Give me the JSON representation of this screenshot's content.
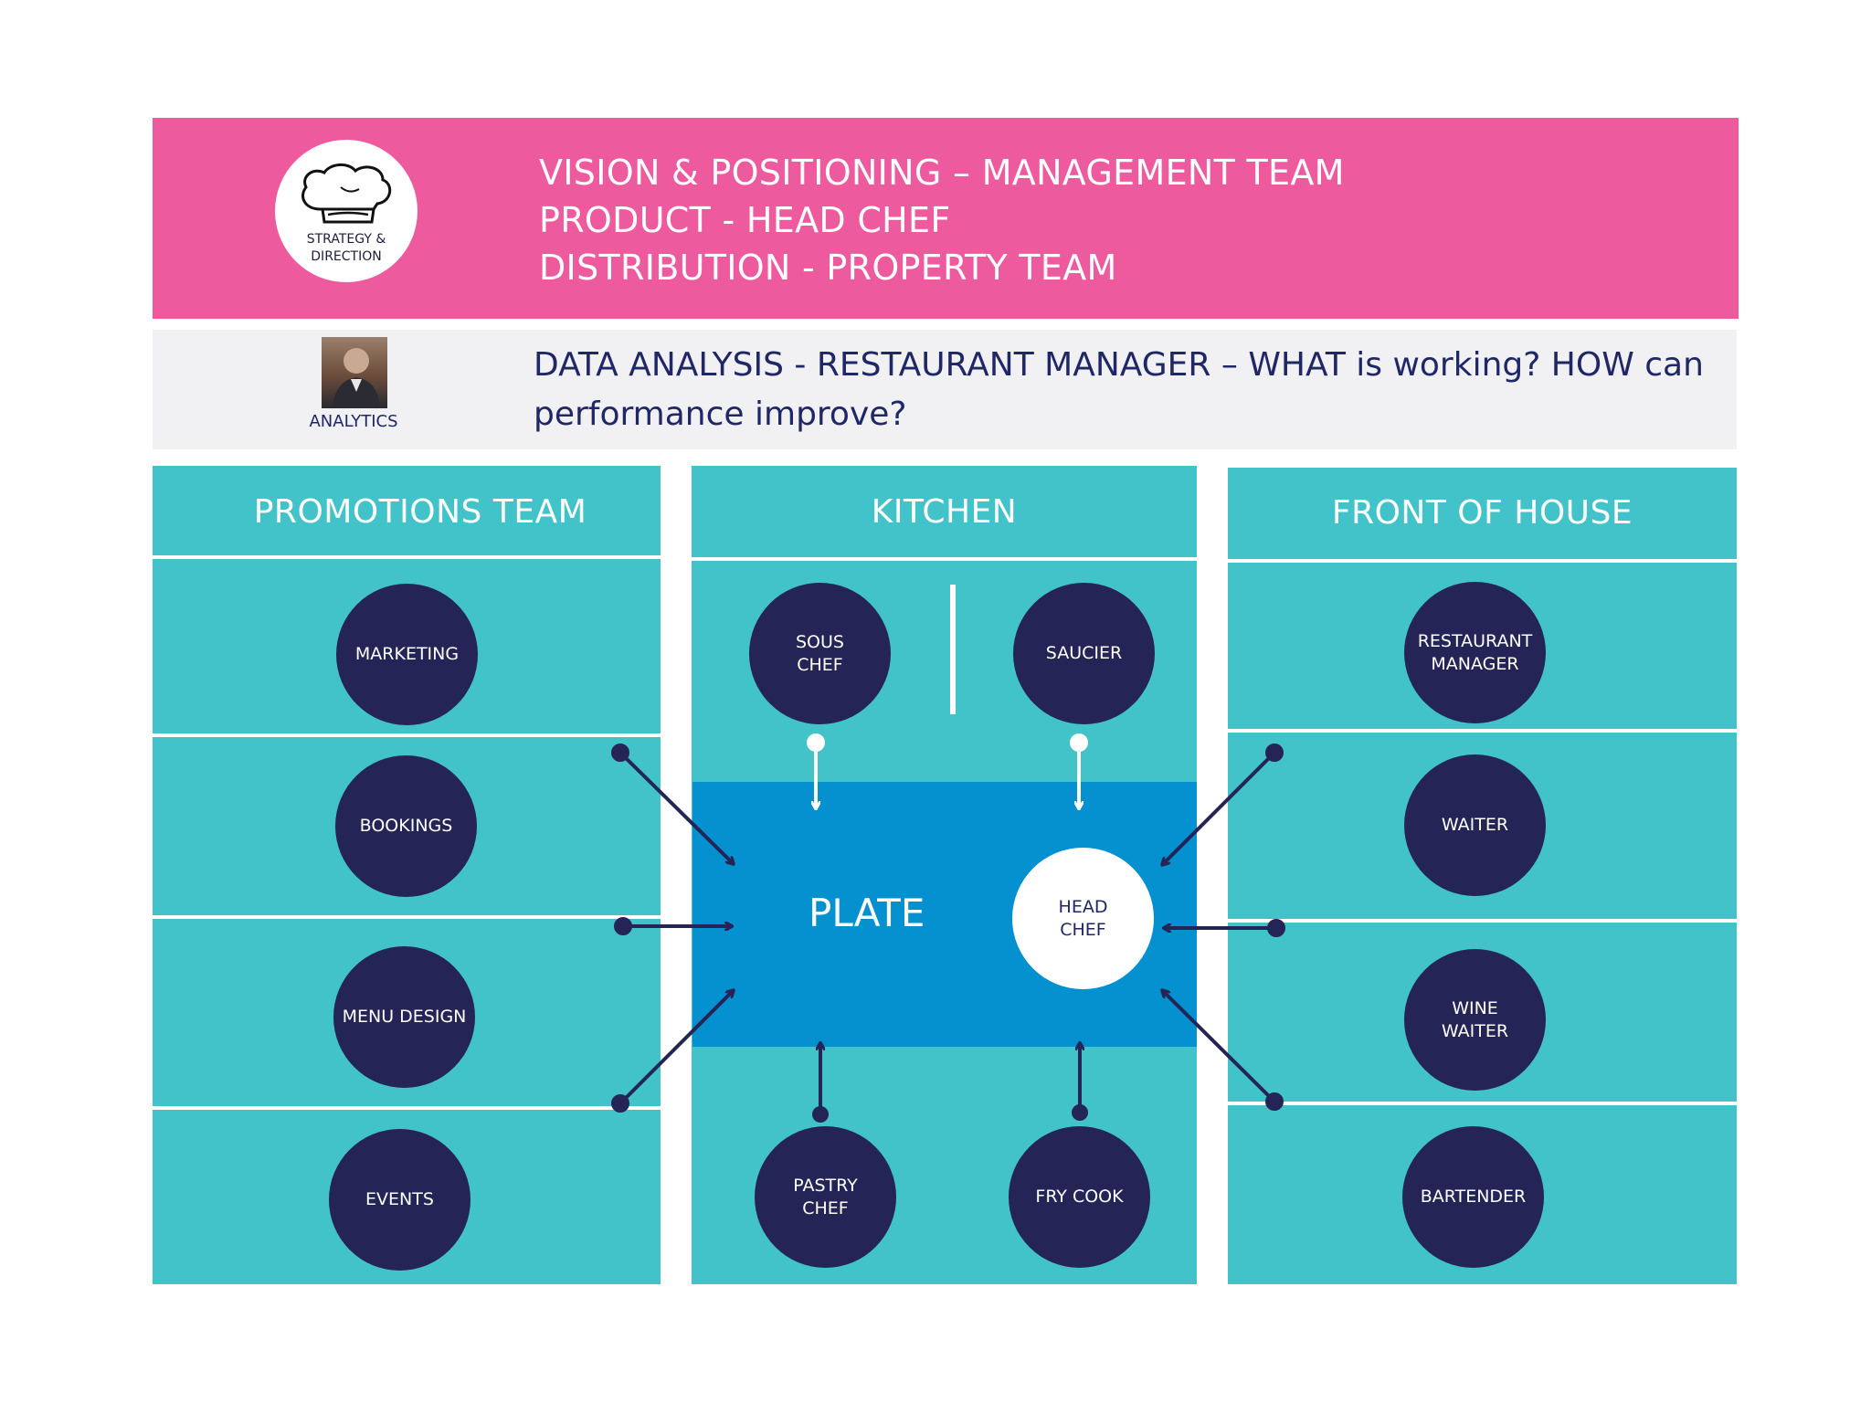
{
  "strategy": {
    "icon": "chef-hat-icon",
    "caption": "STRATEGY &\nDIRECTION",
    "lines": [
      "VISION & POSITIONING – MANAGEMENT TEAM",
      "PRODUCT - HEAD CHEF",
      "DISTRIBUTION - PROPERTY TEAM"
    ],
    "color": "#ee5a9e"
  },
  "analytics": {
    "label": "ANALYTICS",
    "text": "DATA ANALYSIS - RESTAURANT MANAGER – WHAT is working? HOW can performance improve?"
  },
  "columns": {
    "promotions": {
      "title": "PROMOTIONS TEAM",
      "items": [
        "MARKETING",
        "BOOKINGS",
        "MENU DESIGN",
        "EVENTS"
      ]
    },
    "kitchen": {
      "title": "KITCHEN",
      "top": [
        "SOUS\nCHEF",
        "SAUCIER"
      ],
      "bottom": [
        "PASTRY\nCHEF",
        "FRY COOK"
      ],
      "plate": "PLATE",
      "head": "HEAD\nCHEF"
    },
    "front": {
      "title": "FRONT OF HOUSE",
      "items": [
        "RESTAURANT\nMANAGER",
        "WAITER",
        "WINE\nWAITER",
        "BARTENDER"
      ]
    }
  },
  "colors": {
    "teal": "#42c2c9",
    "navy": "#242456",
    "plate": "#0590d0",
    "pink": "#ee5a9e"
  }
}
